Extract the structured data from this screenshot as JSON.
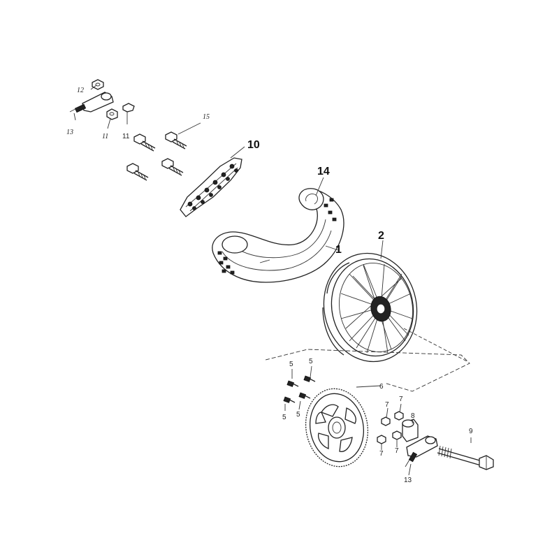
{
  "labels": {
    "l1": "1",
    "l2": "2",
    "l5a": "5",
    "l5b": "5",
    "l5c": "5",
    "l5d": "5",
    "l6": "6",
    "l7a": "7",
    "l7b": "7",
    "l7c": "7",
    "l7d": "7",
    "l8": "8",
    "l9": "9",
    "l10": "10",
    "l11a": "11",
    "l11b": "11",
    "l12": "12",
    "l13a": "13",
    "l13b": "13",
    "l14": "14",
    "l15": "15"
  }
}
